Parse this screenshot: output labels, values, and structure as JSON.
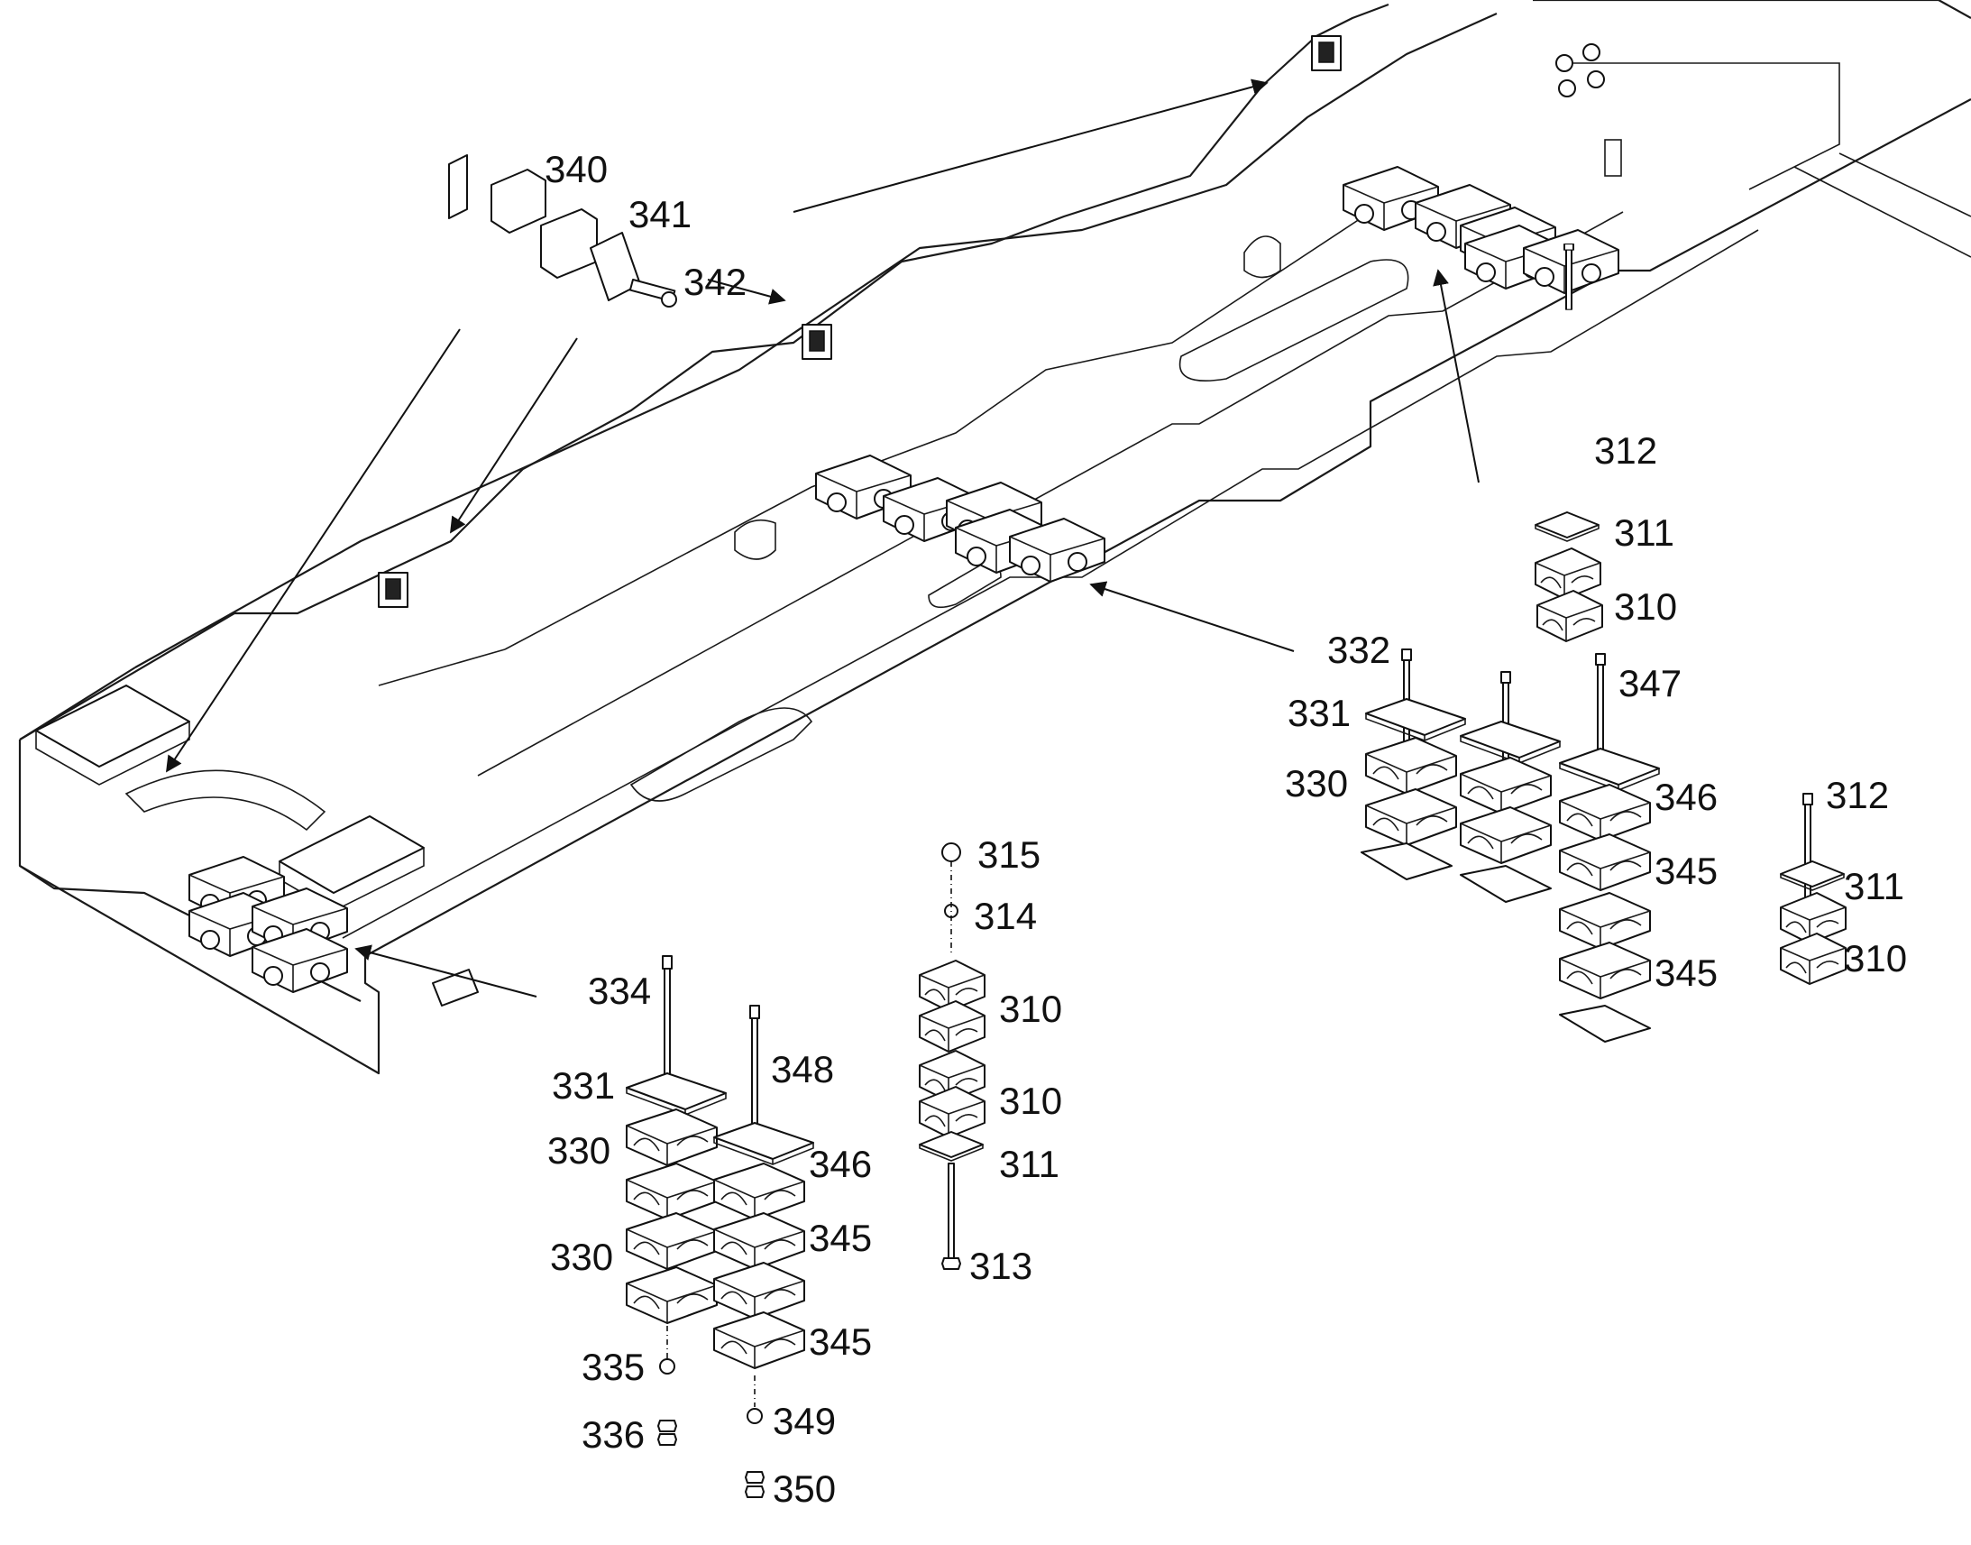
{
  "callouts": {
    "c340": "340",
    "c341": "341",
    "c342": "342",
    "c312a": "312",
    "c311a": "311",
    "c310a": "310",
    "c332": "332",
    "c331a": "331",
    "c330a": "330",
    "c347": "347",
    "c346a": "346",
    "c345a": "345",
    "c345b": "345",
    "c312b": "312",
    "c311b": "311",
    "c310b": "310",
    "c315": "315",
    "c314": "314",
    "c310c": "310",
    "c310d": "310",
    "c311c": "311",
    "c313": "313",
    "c334": "334",
    "c331b": "331",
    "c330b": "330",
    "c330c": "330",
    "c348": "348",
    "c346b": "346",
    "c345c": "345",
    "c345d": "345",
    "c335": "335",
    "c336": "336",
    "c349": "349",
    "c350": "350"
  }
}
